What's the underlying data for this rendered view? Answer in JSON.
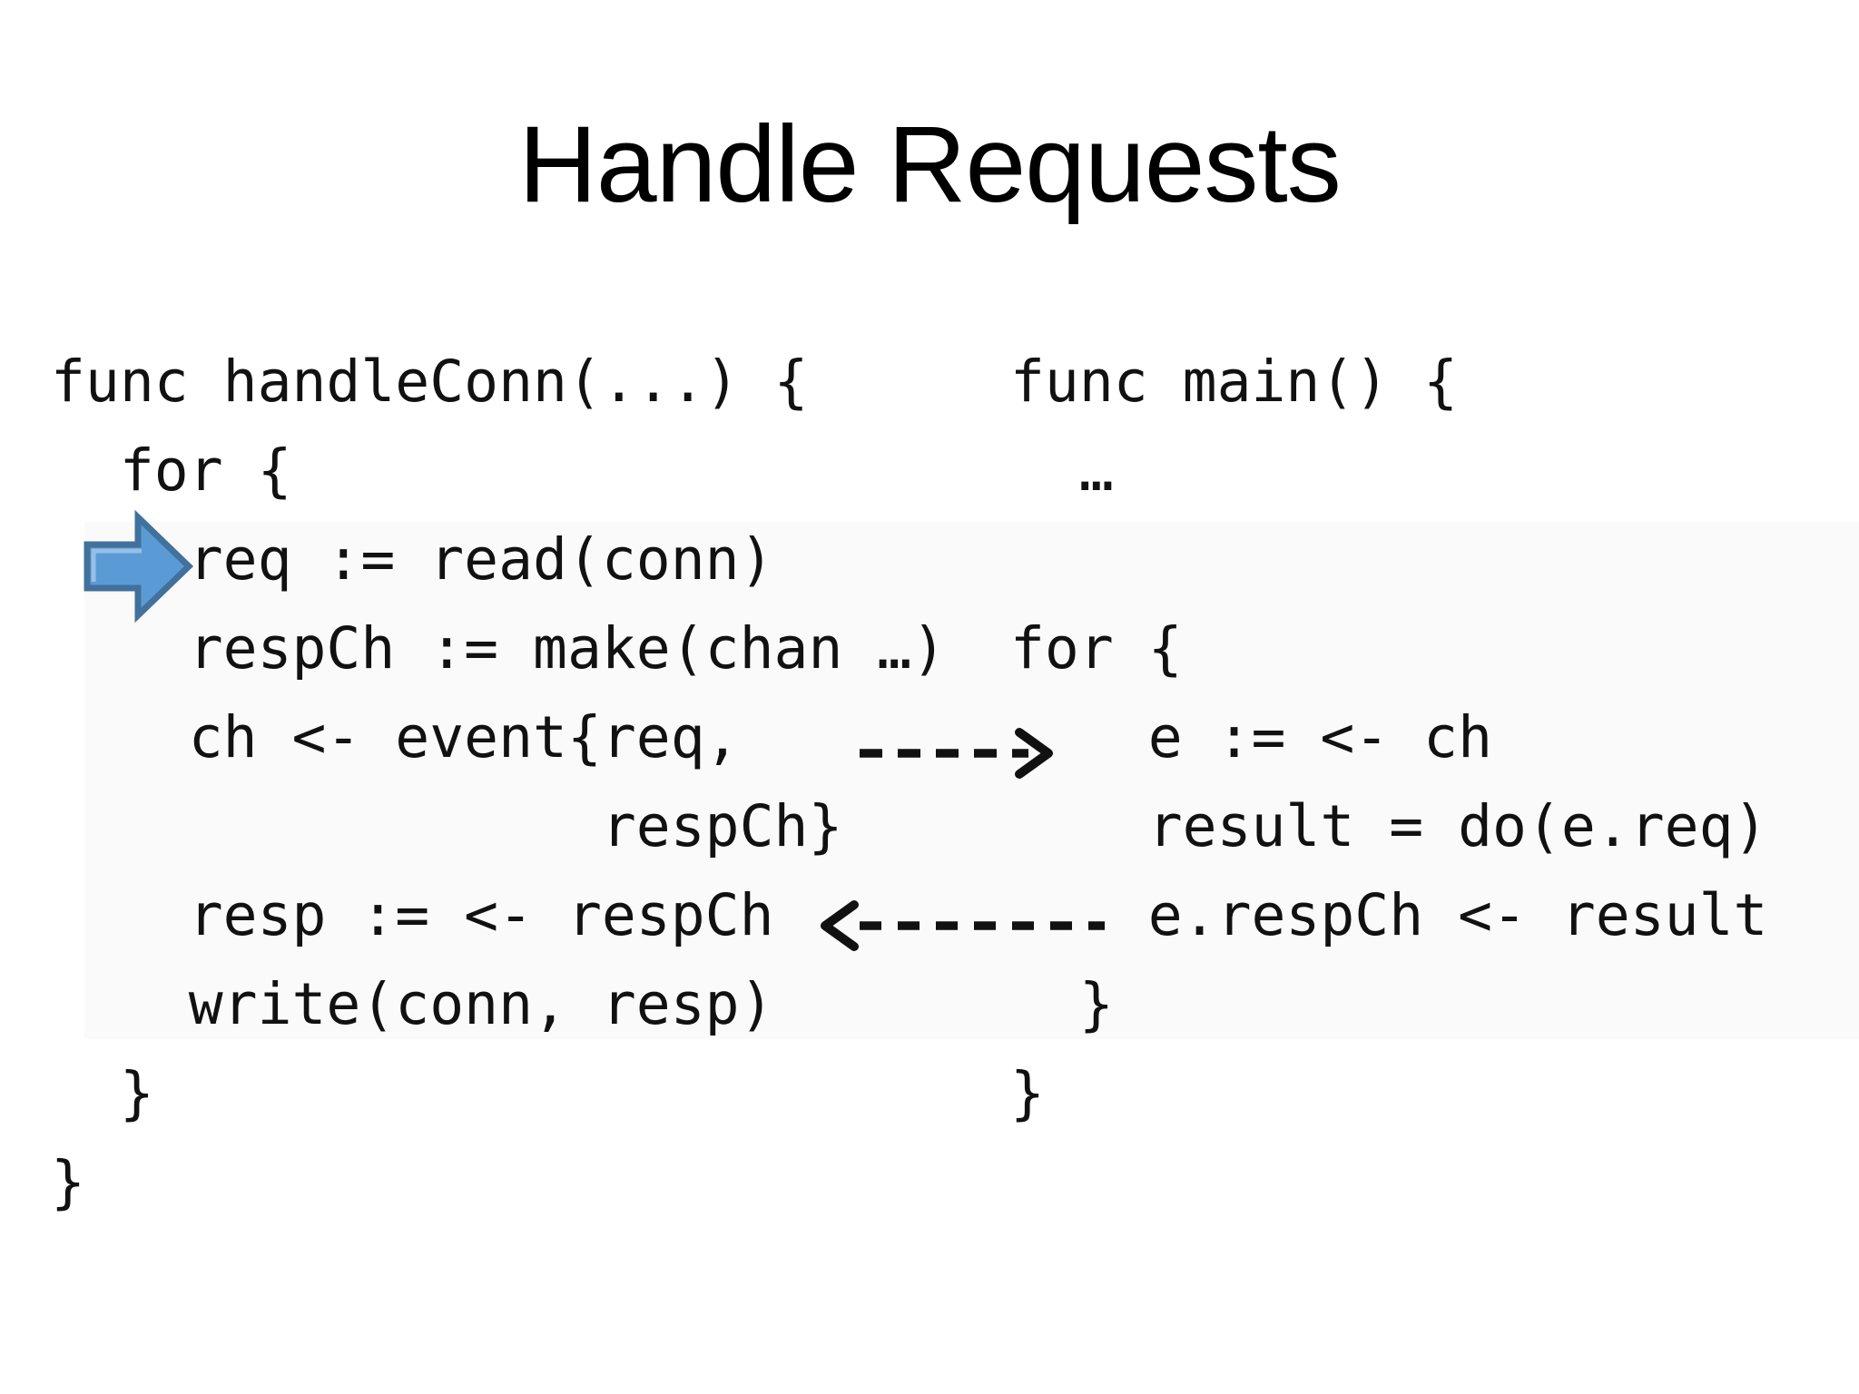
{
  "slide": {
    "title": "Handle Requests"
  },
  "code": {
    "left": {
      "text": "func handleConn(...) {\n  for {\n    req := read(conn)\n    respCh := make(chan …)\n    ch <- event{req,\n                respCh}\n    resp := <- respCh\n    write(conn, resp)\n  }\n}"
    },
    "right": {
      "text": "func main() {\n  …\n\nfor {\n    e := <- ch\n    result = do(e.req)\n    e.respCh <- result\n  }\n}"
    }
  },
  "colors": {
    "background": "#ffffff",
    "content_tint": "#fafafa",
    "text": "#111111",
    "title": "#000000",
    "marker_arrow_fill": "#5B9BD5",
    "marker_arrow_border": "#41719C",
    "marker_arrow_highlight": "#9DC3E6",
    "dashed_arrow": "#111111"
  }
}
